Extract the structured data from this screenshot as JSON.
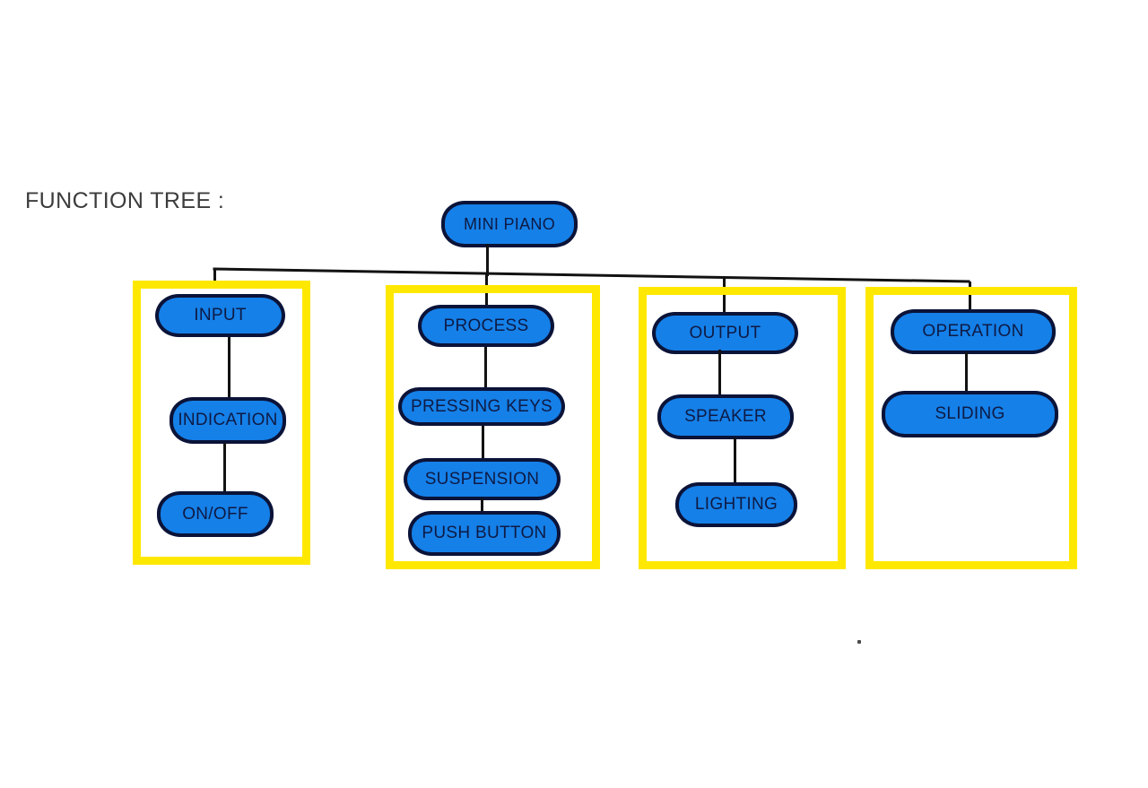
{
  "page": {
    "title": "FUNCTION TREE :",
    "background_color": "#ffffff",
    "title_color": "#3c3c3c"
  },
  "style": {
    "node_fill": "#1580e8",
    "node_border": "#0b1338",
    "node_text": "#0e1a44",
    "group_border": "#ffe800",
    "connector": "#121212"
  },
  "diagram": {
    "type": "tree",
    "root": {
      "label": "MINI PIANO"
    },
    "groups": [
      {
        "name": "input-group",
        "nodes": [
          {
            "label": "INPUT"
          },
          {
            "label": "INDICATION"
          },
          {
            "label": "ON/OFF"
          }
        ]
      },
      {
        "name": "process-group",
        "nodes": [
          {
            "label": "PROCESS"
          },
          {
            "label": "PRESSING KEYS"
          },
          {
            "label": "SUSPENSION"
          },
          {
            "label": "PUSH BUTTON"
          }
        ]
      },
      {
        "name": "output-group",
        "nodes": [
          {
            "label": "OUTPUT"
          },
          {
            "label": "SPEAKER"
          },
          {
            "label": "LIGHTING"
          }
        ]
      },
      {
        "name": "operation-group",
        "nodes": [
          {
            "label": "OPERATION"
          },
          {
            "label": "SLIDING"
          }
        ]
      }
    ]
  }
}
